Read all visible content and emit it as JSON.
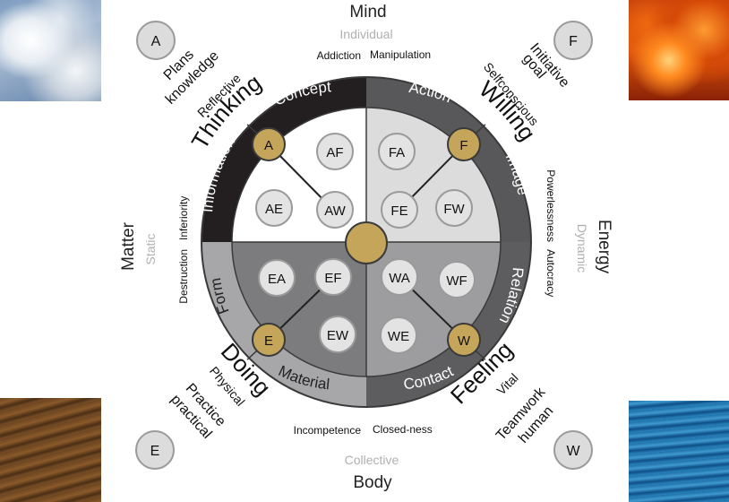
{
  "axes": {
    "top": {
      "main": "Mind",
      "sub": "Individual"
    },
    "bottom": {
      "main": "Body",
      "sub": "Collective"
    },
    "left": {
      "main": "Matter",
      "sub": "Static"
    },
    "right": {
      "main": "Energy",
      "sub": "Dynamic"
    }
  },
  "corners": {
    "tl": {
      "badge": "A",
      "lines": [
        "Plans",
        "knowledge"
      ]
    },
    "tr": {
      "badge": "F",
      "lines": [
        "Initiative",
        "goal"
      ]
    },
    "bl": {
      "badge": "E",
      "lines": [
        "Practice",
        "practical"
      ]
    },
    "br": {
      "badge": "W",
      "lines": [
        "Teamwork",
        "human"
      ]
    }
  },
  "inner_labels": {
    "addiction": "Addiction",
    "manipulation": "Manipulation",
    "incompetence": "Incompetence",
    "closedness": "Closed-ness",
    "destruction": "Destruction",
    "inferiority": "Inferiority",
    "powerlessness": "Powerlessness",
    "autocracy": "Autocracy"
  },
  "quadrants": {
    "thinking": {
      "name": "Thinking",
      "qualifier": "Reflective",
      "segments": [
        "Concept",
        "Information"
      ]
    },
    "willing": {
      "name": "Willing",
      "qualifier": "Selfconscious",
      "segments": [
        "Action",
        "Image"
      ]
    },
    "doing": {
      "name": "Doing",
      "qualifier": "Physical",
      "segments": [
        "Form",
        "Material"
      ]
    },
    "feeling": {
      "name": "Feeling",
      "qualifier": "Vital",
      "segments": [
        "Relation",
        "Contact"
      ]
    }
  },
  "nodes": {
    "A": "A",
    "F": "F",
    "E": "E",
    "W": "W",
    "AF": "AF",
    "AE": "AE",
    "AW": "AW",
    "FA": "FA",
    "FE": "FE",
    "FW": "FW",
    "EA": "EA",
    "EF": "EF",
    "EW": "EW",
    "WA": "WA",
    "WF": "WF",
    "WE": "WE"
  },
  "colors": {
    "ring_thinking": "#231f20",
    "ring_willing": "#58585a",
    "ring_doing": "#a7a7a9",
    "ring_feeling": "#5d5d5f",
    "fill_thinking": "#ffffff",
    "fill_willing": "#dcdcdd",
    "fill_doing": "#7c7c7e",
    "fill_feeling": "#9d9d9f",
    "gold": "#c4a55a",
    "node": "#e3e3e4"
  }
}
